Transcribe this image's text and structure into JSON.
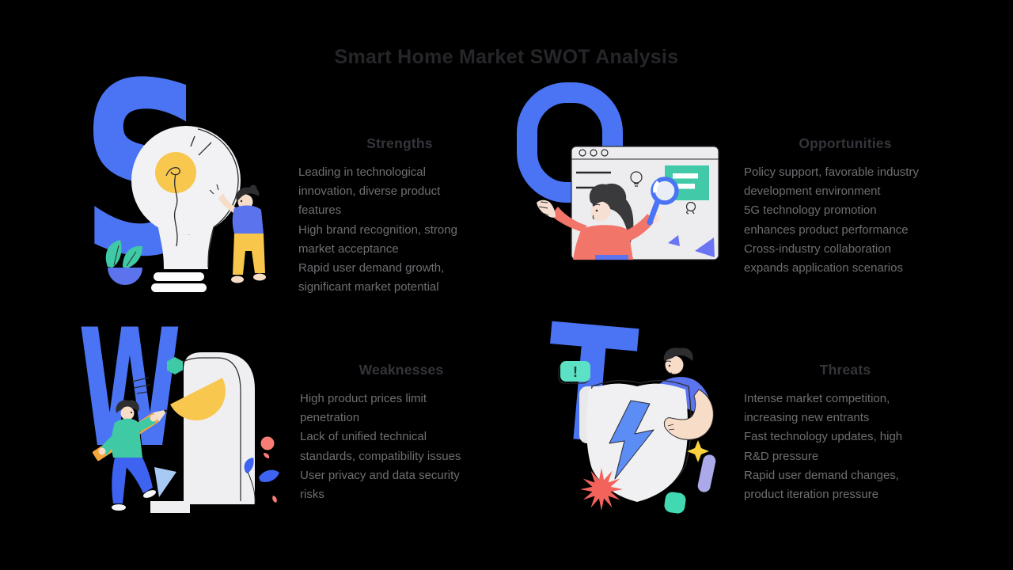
{
  "title": "Smart Home Market SWOT Analysis",
  "alert_mark": "!",
  "quadrants": [
    {
      "letter": "S",
      "heading": "Strengths",
      "items": [
        "Leading in technological\ninnovation, diverse product\nfeatures",
        "High brand recognition, strong\nmarket acceptance",
        "Rapid user demand growth,\nsignificant market potential"
      ]
    },
    {
      "letter": "O",
      "heading": "Opportunities",
      "items": [
        "Policy support, favorable industry\ndevelopment environment",
        "5G technology promotion\nenhances product performance",
        "Cross-industry collaboration\nexpands application scenarios"
      ]
    },
    {
      "letter": "W",
      "heading": "Weaknesses",
      "items": [
        "High product prices limit\npenetration",
        "Lack of unified technical\nstandards, compatibility issues",
        "User privacy and data security\nrisks"
      ]
    },
    {
      "letter": "T",
      "heading": "Threats",
      "items": [
        "Intense market competition,\nincreasing new entrants",
        "Fast technology updates, high\nR&D pressure",
        "Rapid user demand changes,\nproduct iteration pressure"
      ]
    }
  ],
  "colors": {
    "background": "#000000",
    "title_text": "#26262a",
    "heading_text": "#34353a",
    "body_text": "#6e6f72",
    "letter_blue": "#4a74f4",
    "shirt_blue": "#5b74ee",
    "teal": "#3fc9a4",
    "mint": "#5ce1c4",
    "yellow": "#f8c74e",
    "orange": "#f5a63b",
    "coral_top": "#f2756a",
    "red_burst": "#f4625c",
    "lavender": "#aba9ea",
    "light_shape": "#efeff1",
    "outline_dark": "#2b2b2e",
    "skin": "#f7dcc8"
  }
}
